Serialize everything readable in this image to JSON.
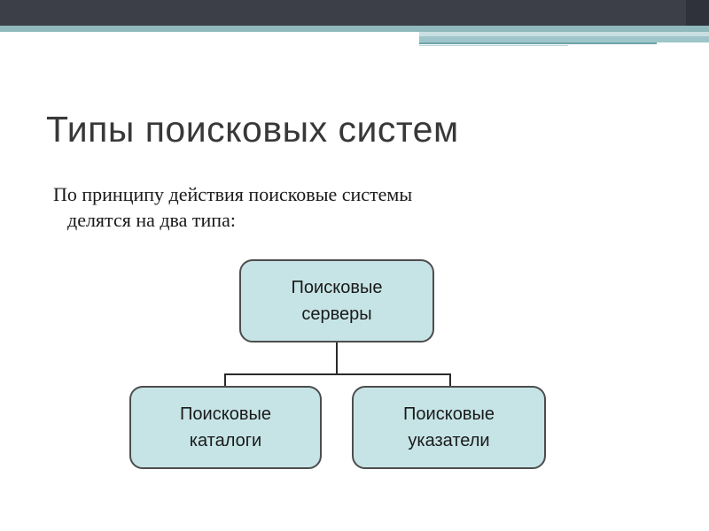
{
  "slide": {
    "title": "Типы поисковых систем",
    "body_line1": "По принципу действия поисковые системы",
    "body_line2": "делятся на два типа:"
  },
  "diagram": {
    "root": {
      "line1": "Поисковые",
      "line2": "серверы"
    },
    "children": [
      {
        "line1": "Поисковые",
        "line2": "каталоги"
      },
      {
        "line1": "Поисковые",
        "line2": "указатели"
      }
    ]
  },
  "colors": {
    "header_dark": "#3c3f48",
    "header_teal": "#8fb9bd",
    "node_fill": "#c6e4e6",
    "node_border": "#4d4d4d"
  }
}
